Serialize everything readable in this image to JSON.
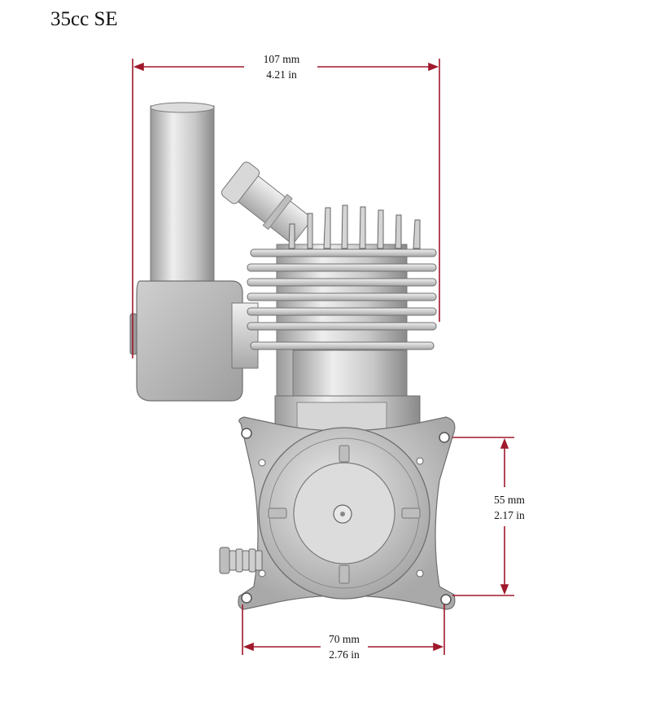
{
  "title": "35cc SE",
  "dimensions": {
    "width": {
      "mm": "107 mm",
      "in": "4.21 in"
    },
    "mount_height": {
      "mm": "55 mm",
      "in": "2.17 in"
    },
    "mount_width": {
      "mm": "70 mm",
      "in": "2.76 in"
    }
  },
  "colors": {
    "dimension_line": "#a0182b",
    "metal_light": "#e6e6e6",
    "metal_mid": "#b9b9b9",
    "metal_dark": "#6e6e6e"
  }
}
